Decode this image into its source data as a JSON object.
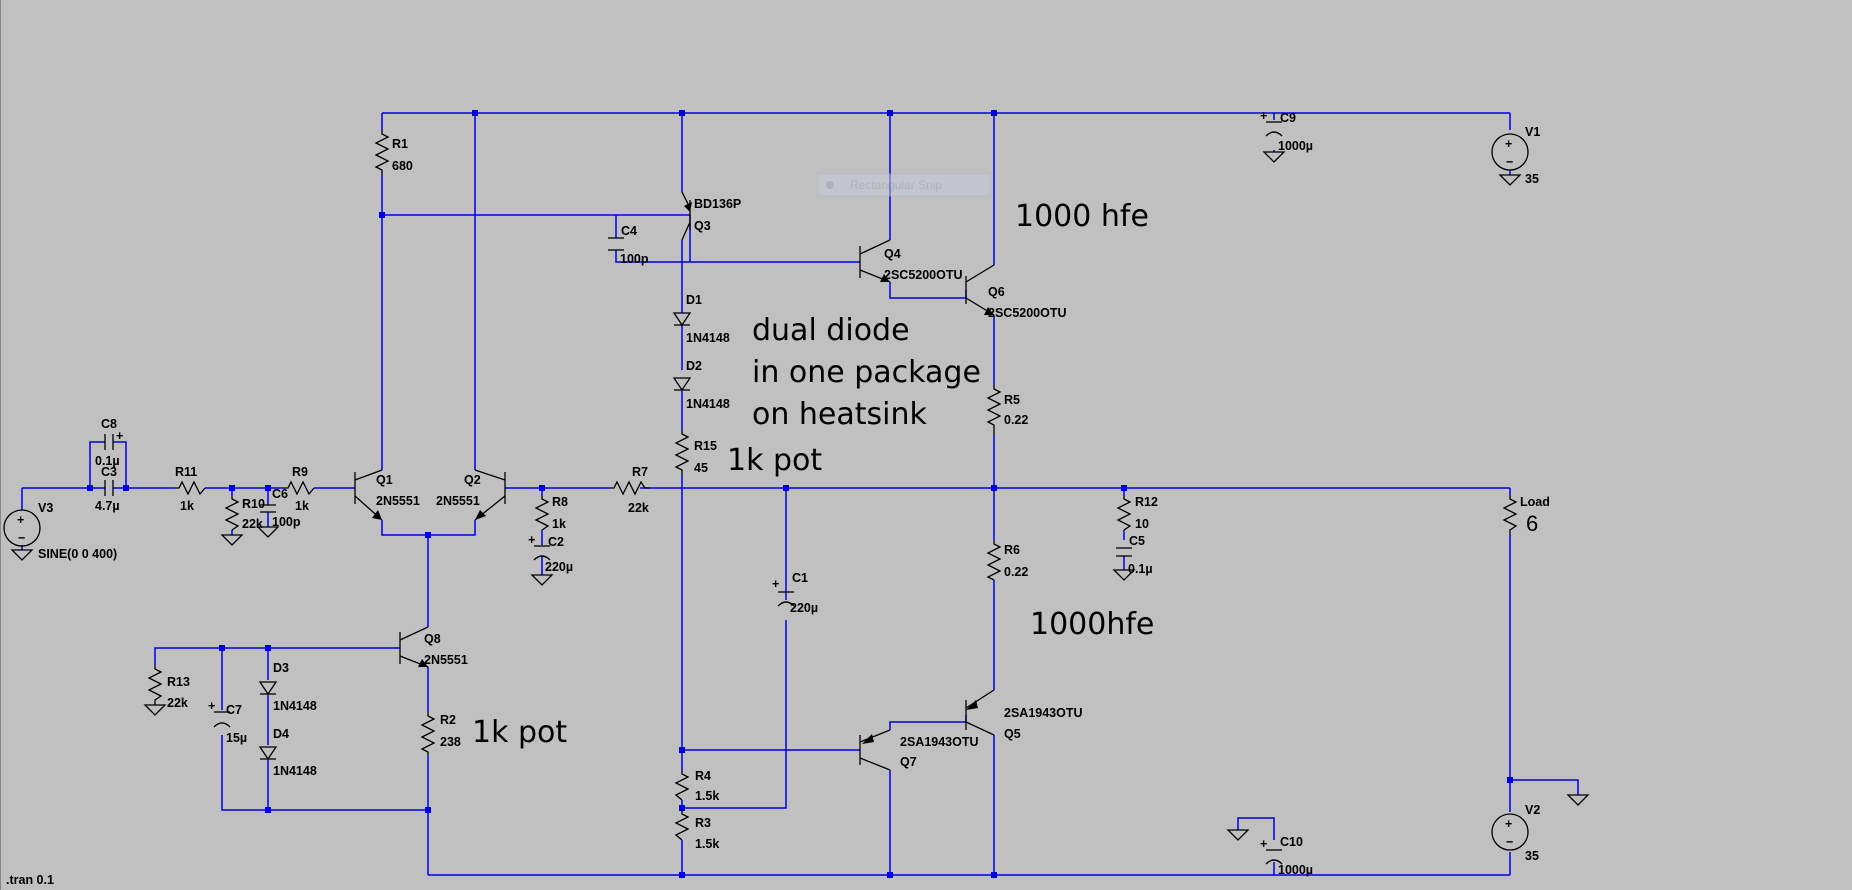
{
  "components": {
    "R1": {
      "name": "R1",
      "value": "680"
    },
    "R2": {
      "name": "R2",
      "value": "238"
    },
    "R3": {
      "name": "R3",
      "value": "1.5k"
    },
    "R4": {
      "name": "R4",
      "value": "1.5k"
    },
    "R5": {
      "name": "R5",
      "value": "0.22"
    },
    "R6": {
      "name": "R6",
      "value": "0.22"
    },
    "R7": {
      "name": "R7",
      "value": "22k"
    },
    "R8": {
      "name": "R8",
      "value": "1k"
    },
    "R9": {
      "name": "R9",
      "value": "1k"
    },
    "R10": {
      "name": "R10",
      "value": "22k"
    },
    "R11": {
      "name": "R11",
      "value": "1k"
    },
    "R12": {
      "name": "R12",
      "value": "10"
    },
    "R13": {
      "name": "R13",
      "value": "22k"
    },
    "R15": {
      "name": "R15",
      "value": "45"
    },
    "C1": {
      "name": "C1",
      "value": "220µ"
    },
    "C2": {
      "name": "C2",
      "value": "220µ"
    },
    "C3": {
      "name": "C3",
      "value": "4.7µ"
    },
    "C4": {
      "name": "C4",
      "value": "100p"
    },
    "C5": {
      "name": "C5",
      "value": "0.1µ"
    },
    "C6": {
      "name": "C6",
      "value": "100p"
    },
    "C7": {
      "name": "C7",
      "value": "15µ"
    },
    "C8": {
      "name": "C8",
      "value": "0.1µ"
    },
    "C9": {
      "name": "C9",
      "value": "1000µ"
    },
    "C10": {
      "name": "C10",
      "value": "1000µ"
    },
    "D1": {
      "name": "D1",
      "value": "1N4148"
    },
    "D2": {
      "name": "D2",
      "value": "1N4148"
    },
    "D3": {
      "name": "D3",
      "value": "1N4148"
    },
    "D4": {
      "name": "D4",
      "value": "1N4148"
    },
    "Q1": {
      "name": "Q1",
      "value": "2N5551"
    },
    "Q2": {
      "name": "Q2",
      "value": "2N5551"
    },
    "Q3": {
      "name": "Q3",
      "value": "BD136P"
    },
    "Q4": {
      "name": "Q4",
      "value": "2SC5200OTU"
    },
    "Q5": {
      "name": "Q5",
      "value": "2SA1943OTU"
    },
    "Q6": {
      "name": "Q6",
      "value": "2SC5200OTU"
    },
    "Q7": {
      "name": "Q7",
      "value": "2SA1943OTU"
    },
    "Q8": {
      "name": "Q8",
      "value": "2N5551"
    },
    "V1": {
      "name": "V1",
      "value": "35"
    },
    "V2": {
      "name": "V2",
      "value": "35"
    },
    "V3": {
      "name": "V3",
      "value": "SINE(0 0 400)"
    },
    "Load": {
      "name": "Load",
      "value": "6"
    }
  },
  "notes": {
    "hfe_top": "1000 hfe",
    "hfe_bottom": "1000hfe",
    "dual_diode_1": "dual diode",
    "dual_diode_2": "in one package",
    "dual_diode_3": "on heatsink",
    "pot_r15": "1k pot",
    "pot_r2": "1k pot"
  },
  "directive": ".tran 0.1",
  "snip_label": "Rectangular Snip",
  "colors": {
    "background": "#c0c0c0",
    "wire": "#0000e6",
    "component": "#000000"
  }
}
